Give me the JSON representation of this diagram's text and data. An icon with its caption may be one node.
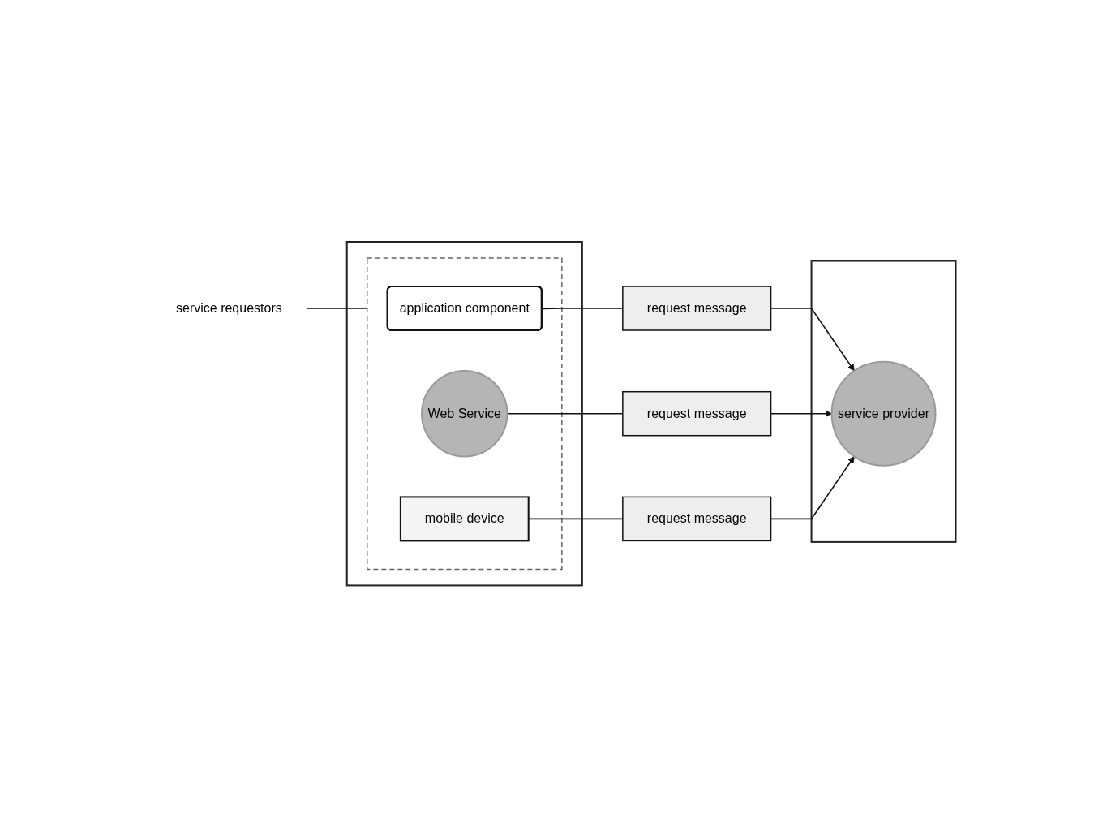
{
  "diagram": {
    "nodes": [
      {
        "text": [],
        "shape": "box"
      },
      {
        "text": [],
        "shape": "box",
        "in": 0
      },
      {
        "text": [
          "application component"
        ],
        "in": 1
      },
      {
        "text": [
          "Web Service"
        ],
        "in": 1
      },
      {
        "text": [
          "mobile device"
        ],
        "in": 1
      },
      {
        "text": [
          "request message"
        ]
      },
      {
        "text": [
          "request message"
        ]
      },
      {
        "text": [
          "request message"
        ]
      },
      {
        "text": [],
        "shape": "box"
      },
      {
        "text": [
          "service provider"
        ],
        "in": 8
      },
      {
        "text": [
          "service requestors"
        ]
      }
    ],
    "edges": [
      {
        "from": 2,
        "to": 5,
        "arrow": "none"
      },
      {
        "from": 5,
        "to": 9,
        "arrow": "to"
      },
      {
        "from": 3,
        "to": 6,
        "arrow": "none"
      },
      {
        "from": 6,
        "to": 9,
        "arrow": "to"
      },
      {
        "from": 4,
        "to": 7,
        "arrow": "none"
      },
      {
        "from": 7,
        "to": 9,
        "arrow": "to"
      },
      {
        "from": 10,
        "to": 1,
        "arrow": "none"
      }
    ]
  }
}
